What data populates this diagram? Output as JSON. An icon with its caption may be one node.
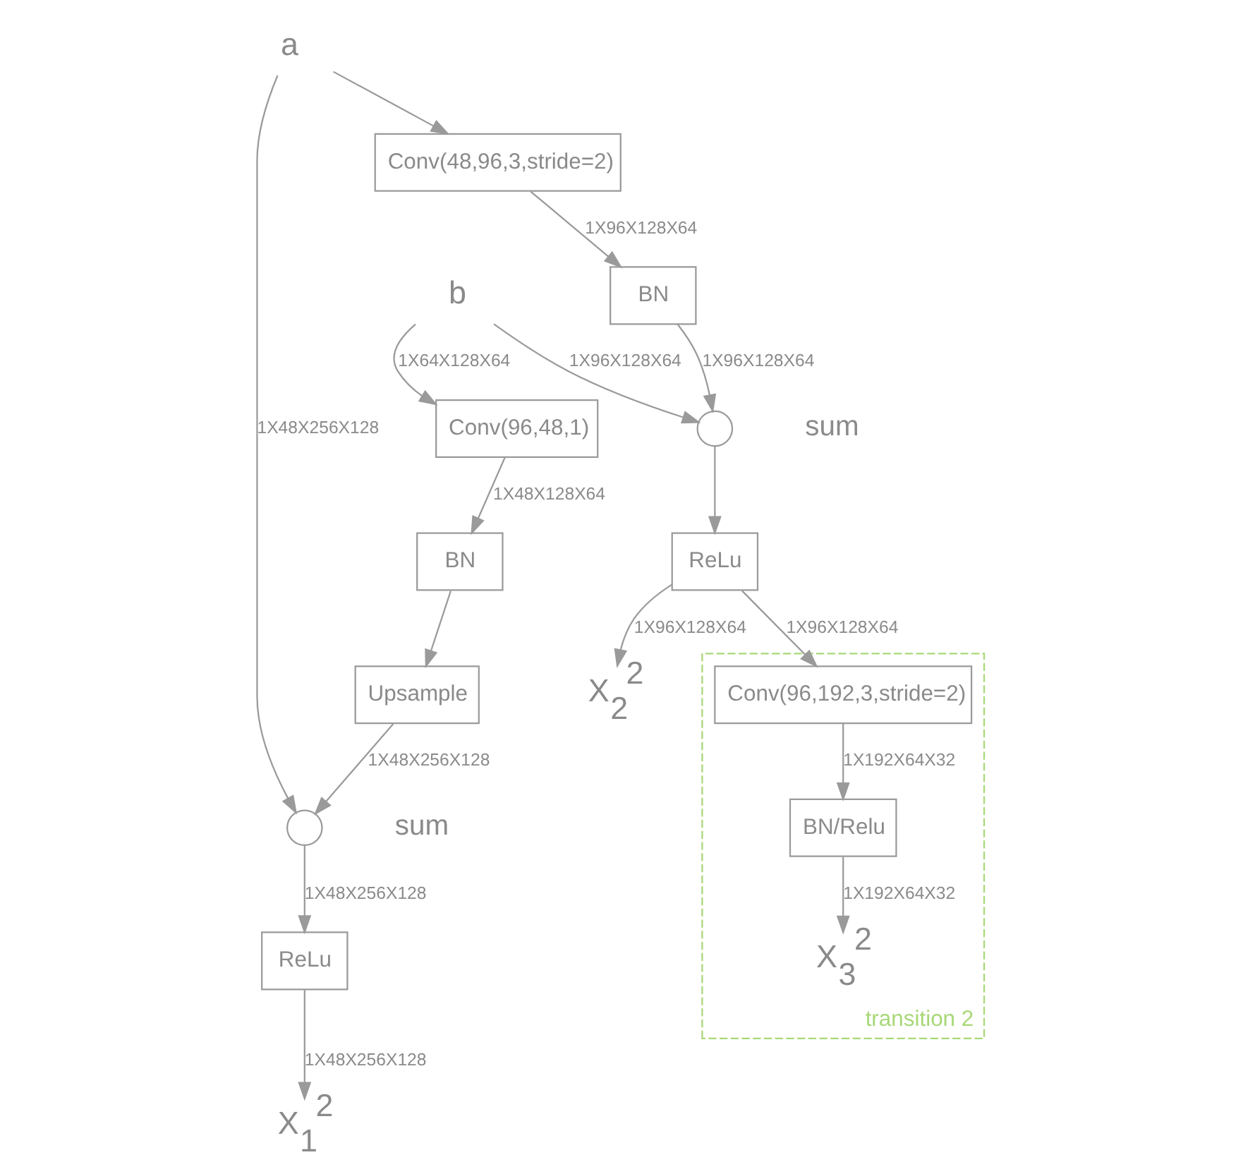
{
  "diagram": {
    "nodes": [
      {
        "text": [
          "a"
        ]
      },
      {
        "text": [
          "b"
        ]
      },
      {
        "text": [
          "Conv(48,96,3,stride=2)"
        ]
      },
      {
        "text": [
          "BN"
        ]
      },
      {
        "text": [
          "Conv(96,48,1)"
        ]
      },
      {
        "text": [
          "BN"
        ]
      },
      {
        "text": [
          "Upsample"
        ]
      },
      {
        "text": [],
        "shape": "circle",
        "beside": [
          "sum"
        ]
      },
      {
        "text": [
          "ReLu"
        ]
      },
      {
        "text": [],
        "shape": "circle",
        "beside": [
          "sum"
        ]
      },
      {
        "text": [
          "ReLu"
        ]
      },
      {
        "text": [
          "transition 2"
        ]
      },
      {
        "text": [
          "Conv(96,192,3,stride=2)"
        ],
        "in": 11
      },
      {
        "text": [
          "BN/Relu"
        ],
        "in": 11
      },
      {
        "text": [
          "X$_{1}$$^{2}$"
        ]
      },
      {
        "text": [
          "X$_{2}$$^{2}$"
        ]
      },
      {
        "text": [
          "X$_{3}$$^{2}$"
        ],
        "in": 11
      }
    ],
    "edges": [
      {
        "from": 0,
        "to": 2,
        "arrow": "to"
      },
      {
        "from": 0,
        "to": 7,
        "arrow": "to",
        "label": "1X48X256X128"
      },
      {
        "from": 2,
        "to": 3,
        "arrow": "to",
        "label": "1X96X128X64"
      },
      {
        "from": 1,
        "to": 4,
        "arrow": "to",
        "label": "1X64X128X64"
      },
      {
        "from": 1,
        "to": 9,
        "arrow": "to",
        "label": "1X96X128X64"
      },
      {
        "from": 4,
        "to": 5,
        "arrow": "to",
        "label": "1X48X128X64"
      },
      {
        "from": 5,
        "to": 6,
        "arrow": "to"
      },
      {
        "from": 6,
        "to": 7,
        "arrow": "to",
        "label": "1X48X256X128"
      },
      {
        "from": 3,
        "to": 9,
        "arrow": "to",
        "label": "1X96X128X64"
      },
      {
        "from": 7,
        "to": 8,
        "arrow": "to",
        "label": "1X48X256X128"
      },
      {
        "from": 9,
        "to": 10,
        "arrow": "to"
      },
      {
        "from": 8,
        "to": 14,
        "arrow": "to",
        "label": "1X48X256X128"
      },
      {
        "from": 10,
        "to": 12,
        "arrow": "to",
        "label": "1X96X128X64"
      },
      {
        "from": 10,
        "to": 15,
        "arrow": "to",
        "label": "1X96X128X64"
      },
      {
        "from": 12,
        "to": 13,
        "arrow": "to",
        "label": "1X192X64X32"
      },
      {
        "from": 13,
        "to": 16,
        "arrow": "to",
        "label": "1X192X64X32"
      }
    ]
  }
}
